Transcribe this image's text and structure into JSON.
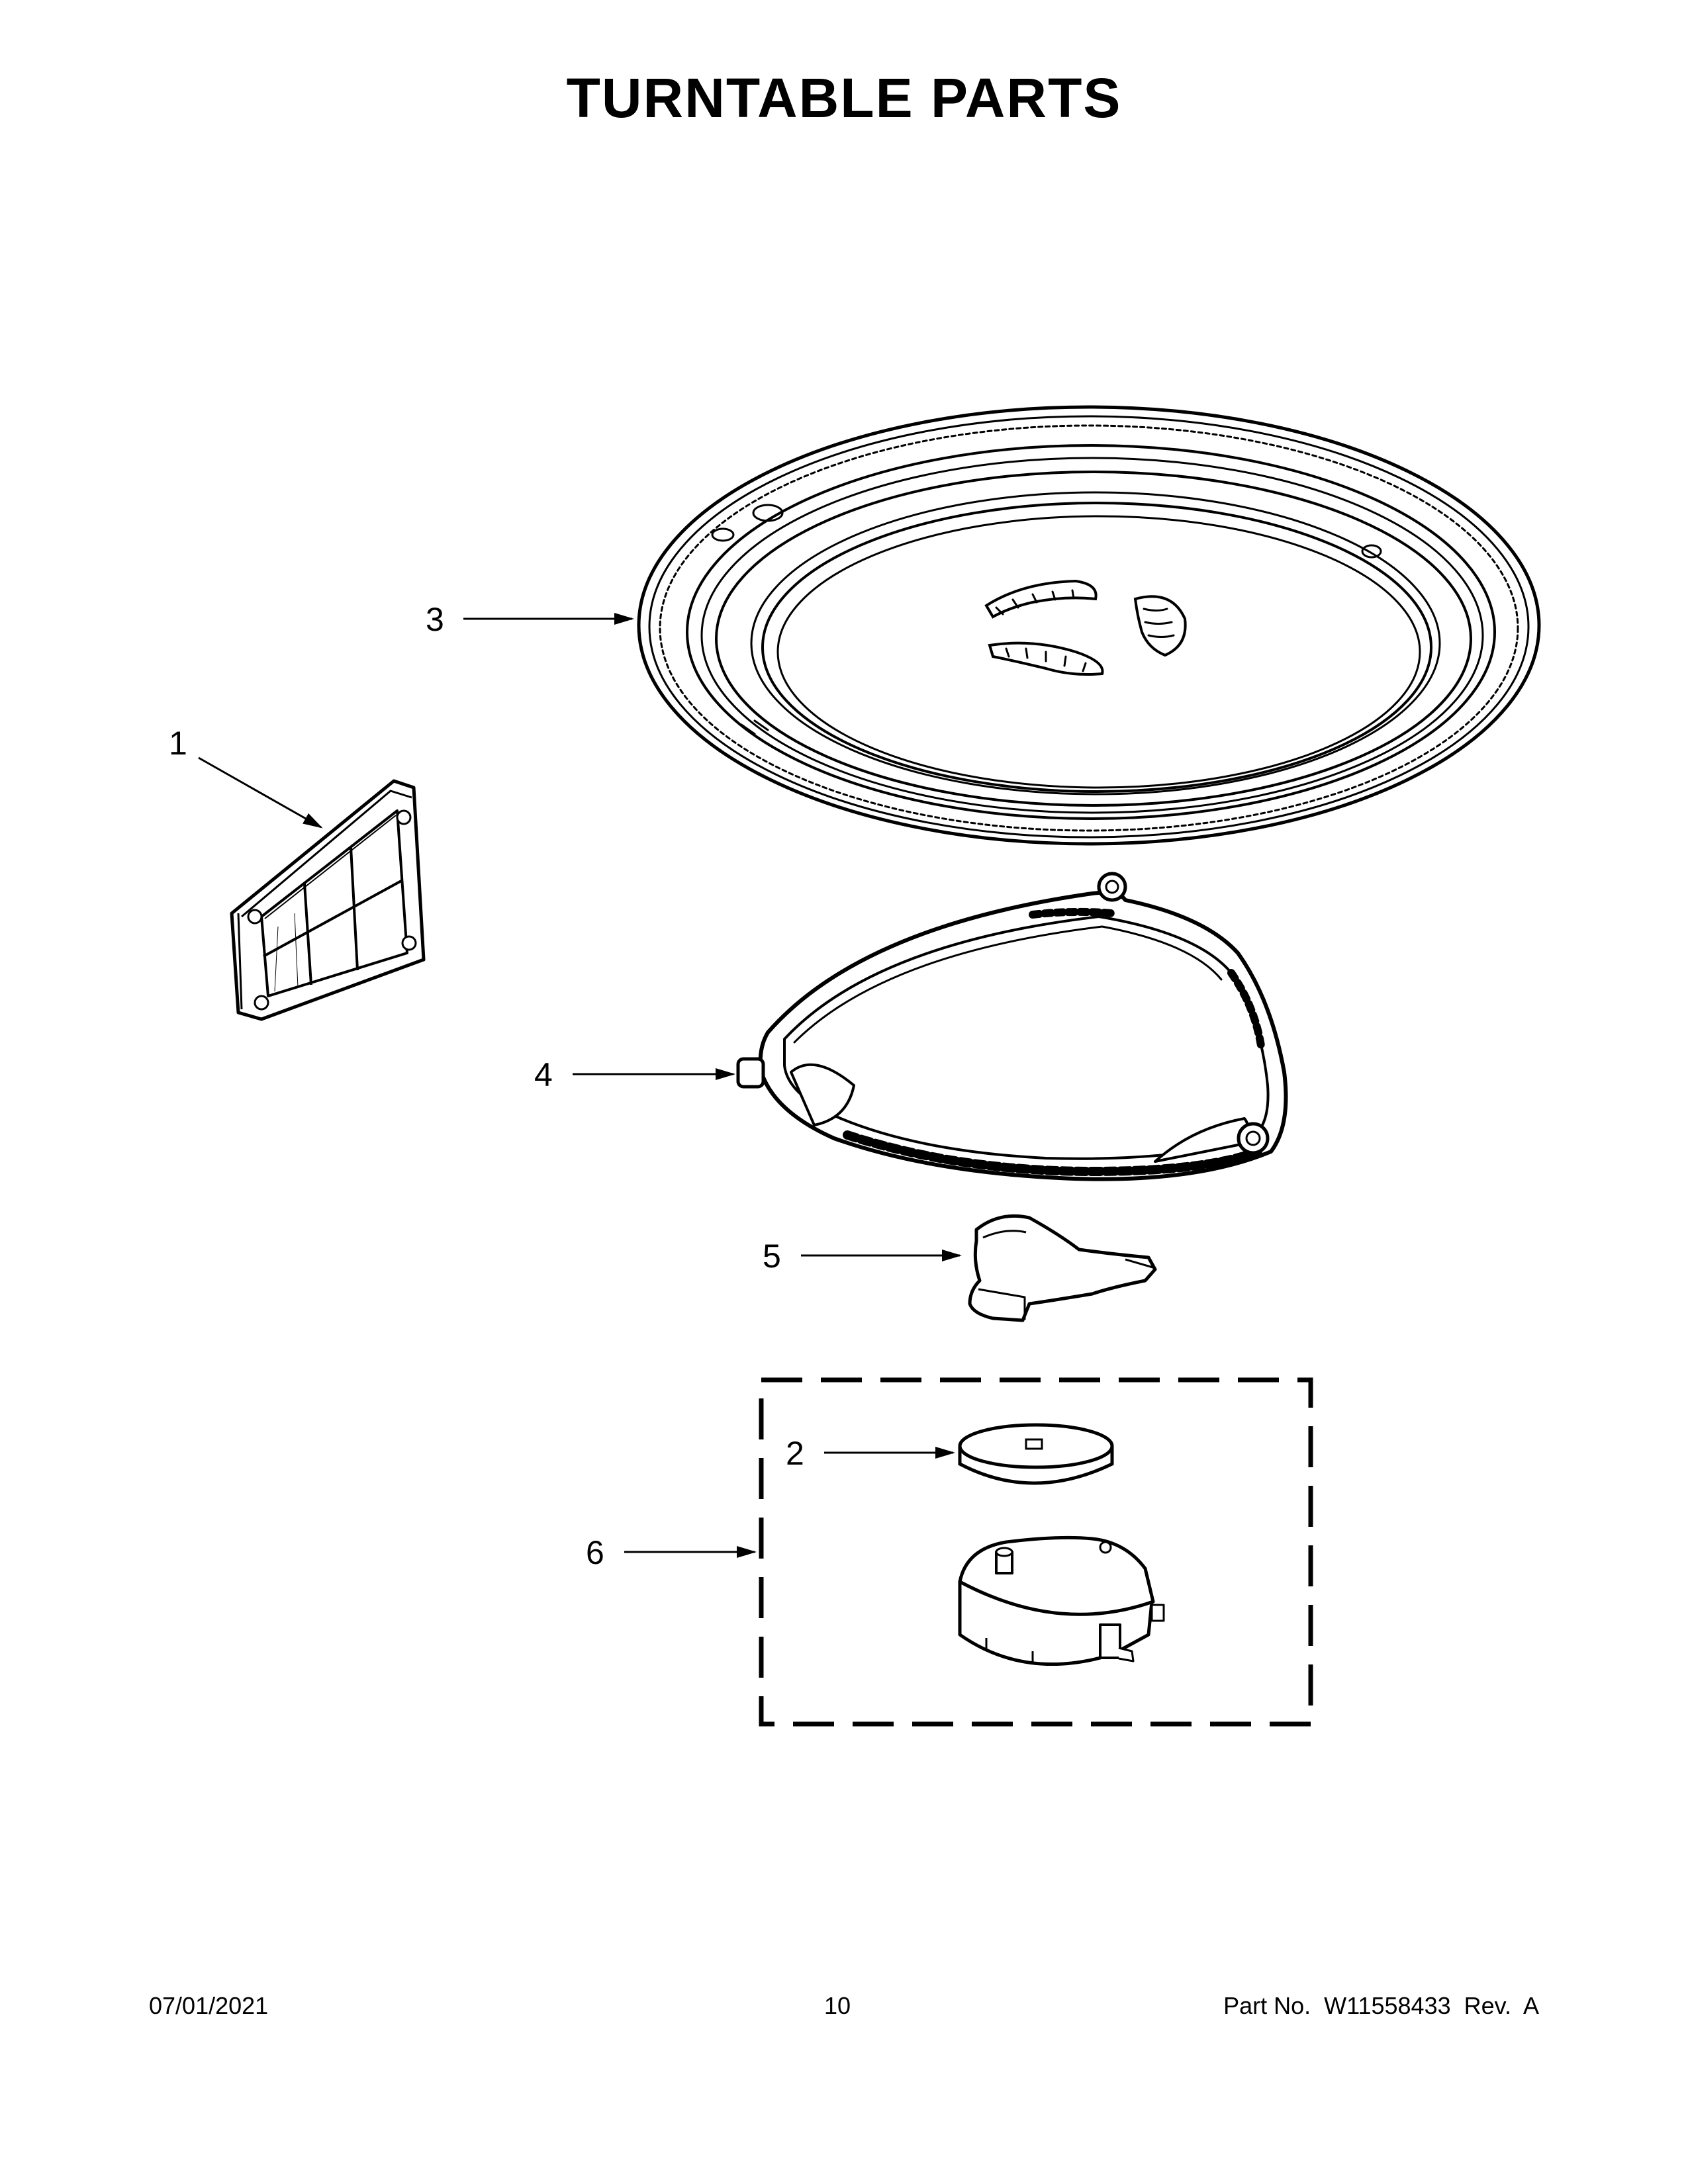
{
  "page": {
    "title": "TURNTABLE PARTS"
  },
  "callouts": [
    {
      "id": "1",
      "label": "1",
      "part": "filter-icon"
    },
    {
      "id": "2",
      "label": "2",
      "part": "coupler-icon"
    },
    {
      "id": "3",
      "label": "3",
      "part": "turntable-tray-icon"
    },
    {
      "id": "4",
      "label": "4",
      "part": "roller-support-icon"
    },
    {
      "id": "5",
      "label": "5",
      "part": "hub-icon"
    },
    {
      "id": "6",
      "label": "6",
      "part": "motor-kit-group"
    }
  ],
  "footer": {
    "date": "07/01/2021",
    "page_number": "10",
    "part_number": "Part No.  W11558433  Rev.  A"
  },
  "colors": {
    "ink": "#000000",
    "paper": "#ffffff",
    "part_fill": "#ffffff"
  }
}
